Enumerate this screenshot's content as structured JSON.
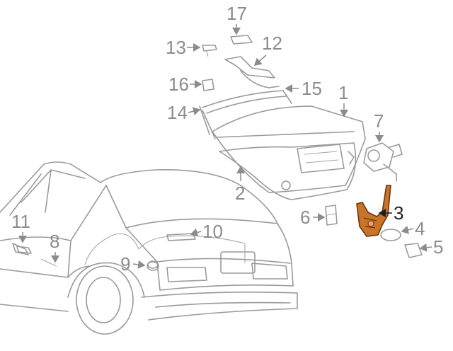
{
  "diagram": {
    "highlight_color": "#b5651d",
    "line_color": "#9a9a9a",
    "callouts": [
      {
        "id": "c1",
        "label": "1"
      },
      {
        "id": "c2",
        "label": "2"
      },
      {
        "id": "c3",
        "label": "3",
        "highlighted": true
      },
      {
        "id": "c4",
        "label": "4"
      },
      {
        "id": "c5",
        "label": "5"
      },
      {
        "id": "c6",
        "label": "6"
      },
      {
        "id": "c7",
        "label": "7"
      },
      {
        "id": "c8",
        "label": "8"
      },
      {
        "id": "c9",
        "label": "9"
      },
      {
        "id": "c10",
        "label": "10"
      },
      {
        "id": "c11",
        "label": "11"
      },
      {
        "id": "c12",
        "label": "12"
      },
      {
        "id": "c13",
        "label": "13"
      },
      {
        "id": "c14",
        "label": "14"
      },
      {
        "id": "c15",
        "label": "15"
      },
      {
        "id": "c16",
        "label": "16"
      },
      {
        "id": "c17",
        "label": "17"
      }
    ]
  }
}
